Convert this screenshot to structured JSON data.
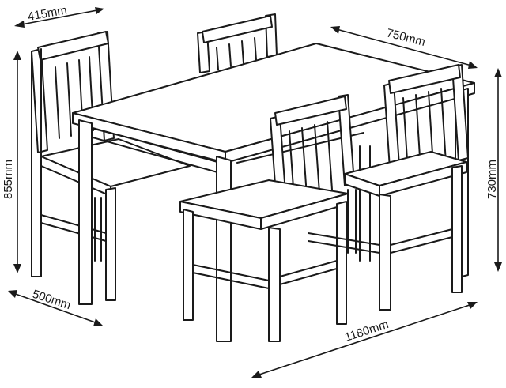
{
  "dimensions": {
    "chair_width": "415mm",
    "chair_depth": "500mm",
    "chair_height": "855mm",
    "table_depth": "750mm",
    "table_height": "730mm",
    "table_length": "1180mm"
  },
  "colors": {
    "line": "#1a1a1a",
    "background": "#ffffff"
  }
}
